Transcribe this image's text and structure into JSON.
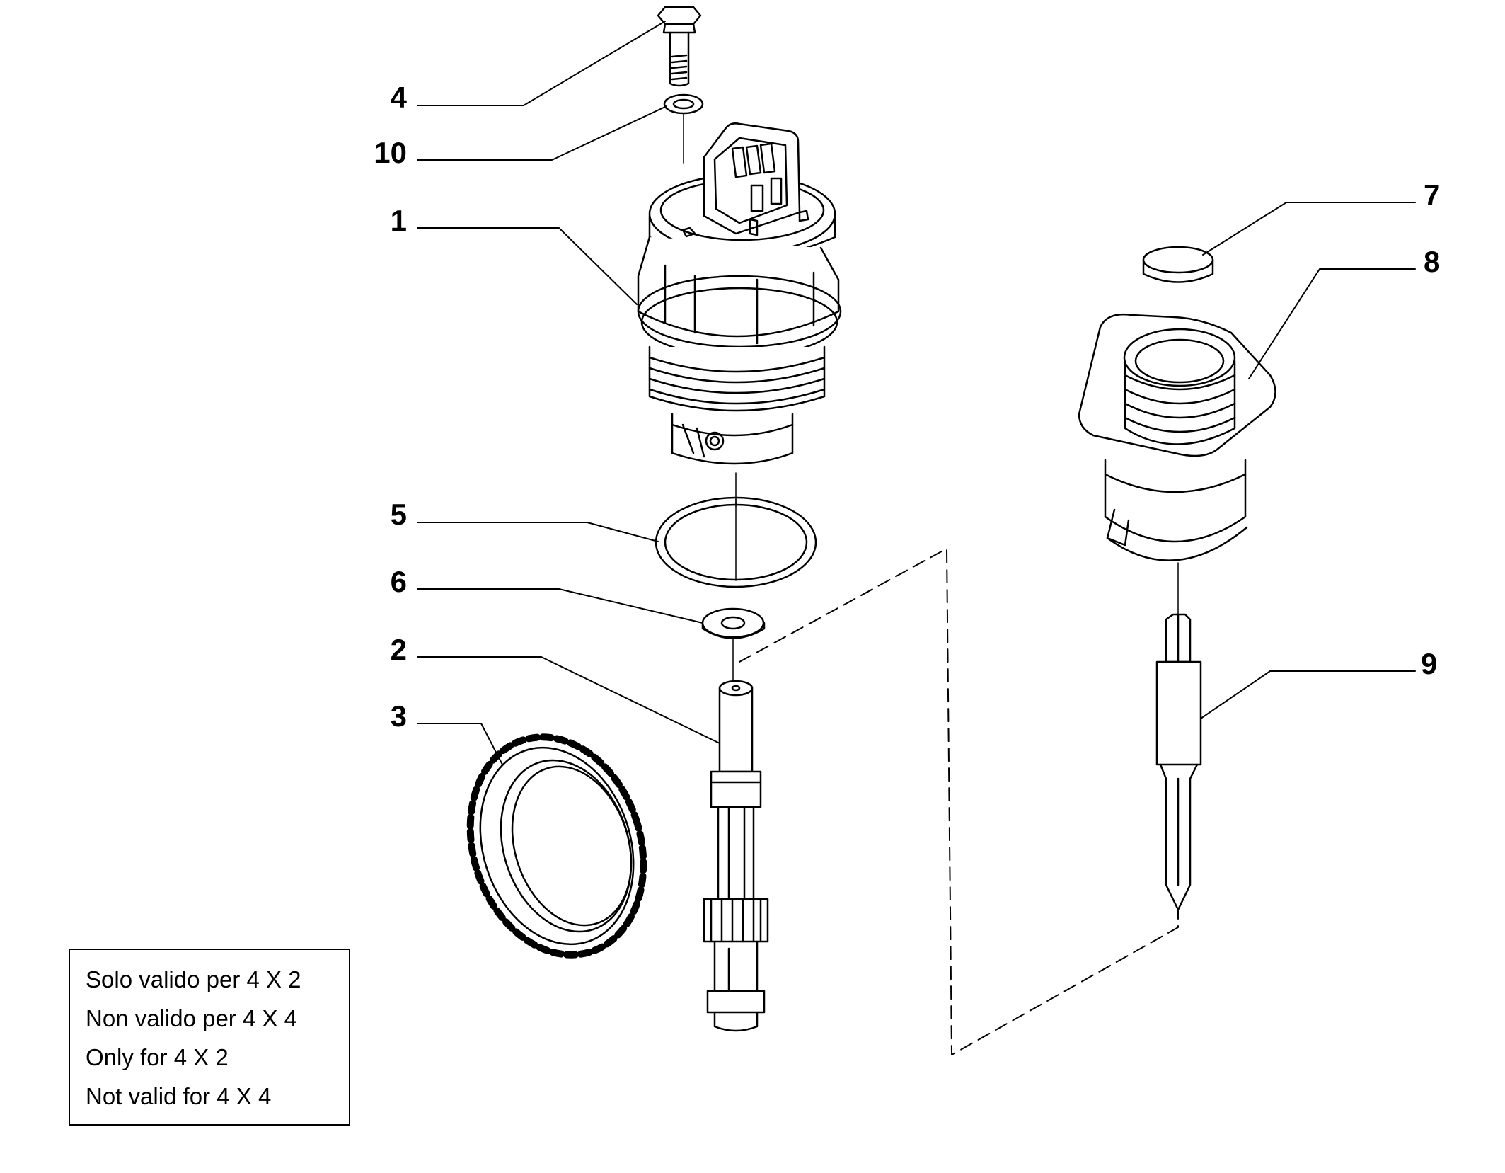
{
  "callouts": {
    "c1": "1",
    "c2": "2",
    "c3": "3",
    "c4": "4",
    "c5": "5",
    "c6": "6",
    "c7": "7",
    "c8": "8",
    "c9": "9",
    "c10": "10"
  },
  "note": {
    "lines": [
      "Solo valido per 4 X 2",
      "Non valido per 4 X 4",
      "Only for 4 X 2",
      "Not valid for 4 X 4"
    ]
  }
}
